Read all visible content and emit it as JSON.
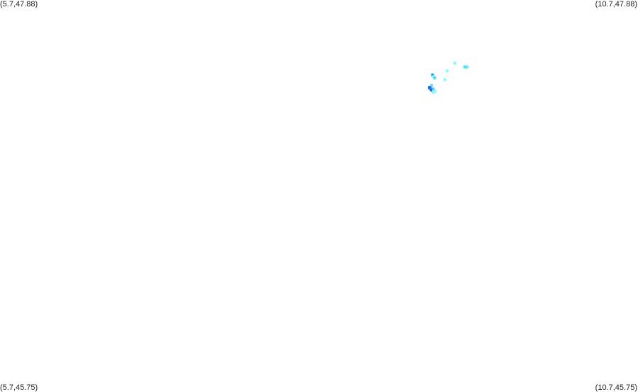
{
  "corners": {
    "top_left": "(5.7,47.88)",
    "top_right": "(10.7,47.88)",
    "bottom_left": "(5.7,45.75)",
    "bottom_right": "(10.7,45.75)"
  },
  "bounds": {
    "lon_min": 5.7,
    "lon_max": 10.7,
    "lat_min": 45.75,
    "lat_max": 47.88
  },
  "points": [
    {
      "lon": 9.265,
      "lat": 47.537,
      "color": "#80ffff"
    },
    {
      "lon": 9.341,
      "lat": 47.517,
      "color": "#60e8ff"
    },
    {
      "lon": 9.352,
      "lat": 47.515,
      "color": "#40d8ff"
    },
    {
      "lon": 9.361,
      "lat": 47.516,
      "color": "#60e8ff"
    },
    {
      "lon": 9.204,
      "lat": 47.495,
      "color": "#80ffff"
    },
    {
      "lon": 9.09,
      "lat": 47.473,
      "color": "#1e90ff"
    },
    {
      "lon": 9.096,
      "lat": 47.463,
      "color": "#80ffff"
    },
    {
      "lon": 9.106,
      "lat": 47.457,
      "color": "#40d8ff"
    },
    {
      "lon": 9.186,
      "lat": 47.447,
      "color": "#80ffff"
    },
    {
      "lon": 9.082,
      "lat": 47.416,
      "color": "#6cd8ff"
    },
    {
      "lon": 9.065,
      "lat": 47.405,
      "color": "#1e90ff"
    },
    {
      "lon": 9.07,
      "lat": 47.401,
      "color": "#0c3cff"
    },
    {
      "lon": 9.076,
      "lat": 47.397,
      "color": "#1e90ff"
    },
    {
      "lon": 9.094,
      "lat": 47.396,
      "color": "#40d8ff"
    },
    {
      "lon": 9.082,
      "lat": 47.391,
      "color": "#1e5cff"
    },
    {
      "lon": 9.09,
      "lat": 47.39,
      "color": "#2a6cff"
    },
    {
      "lon": 9.098,
      "lat": 47.388,
      "color": "#60e8ff"
    },
    {
      "lon": 9.11,
      "lat": 47.385,
      "color": "#80ffff"
    },
    {
      "lon": 9.099,
      "lat": 47.378,
      "color": "#80ffff"
    }
  ]
}
